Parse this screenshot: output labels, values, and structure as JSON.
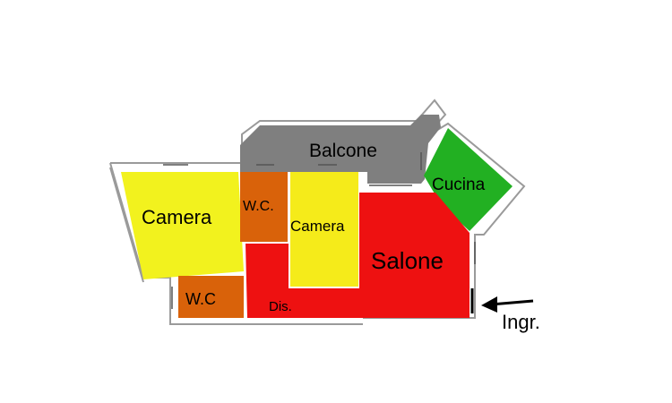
{
  "floorplan": {
    "rooms": [
      {
        "id": "balcone",
        "label": "Balcone",
        "color": "#7f7f7f"
      },
      {
        "id": "cucina",
        "label": "Cucina",
        "color": "#22b022"
      },
      {
        "id": "camera_left",
        "label": "Camera",
        "color": "#f2f21e"
      },
      {
        "id": "wc_top",
        "label": "W.C.",
        "color": "#d9620a"
      },
      {
        "id": "camera_center",
        "label": "Camera",
        "color": "#f5eb1a"
      },
      {
        "id": "salone",
        "label": "Salone",
        "color": "#ee1111"
      },
      {
        "id": "wc_bottom",
        "label": "W.C",
        "color": "#d9620a"
      },
      {
        "id": "disimpegno",
        "label": "Dis.",
        "color": "#ee1111"
      }
    ],
    "entrance": {
      "label": "Ingr.",
      "arrow_icon": "left-arrow-icon"
    },
    "wall_color": "#a0a0a0"
  }
}
